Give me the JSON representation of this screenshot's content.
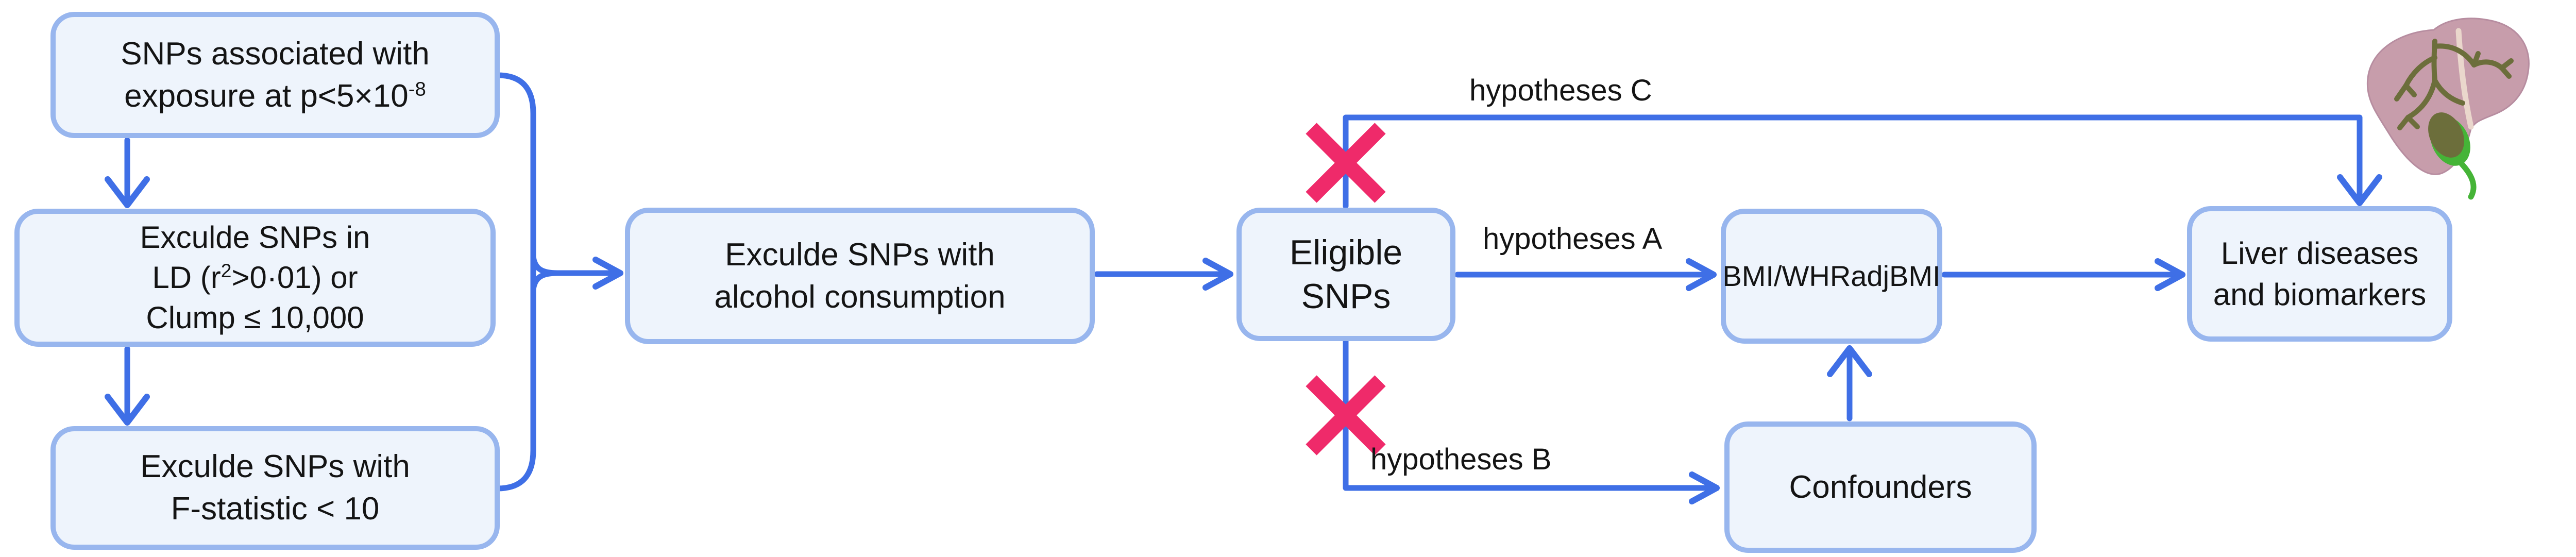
{
  "diagram": {
    "boxes": {
      "snp_exposure": {
        "line1": "SNPs associated with",
        "line2_pre": "exposure at p<5×10",
        "line2_sup": "-8"
      },
      "exclude_ld": {
        "line1": "Exculde SNPs in",
        "line2_pre": "LD (r",
        "line2_sup": "2",
        "line2_post": ">0·01) or",
        "line3": "Clump ≤ 10,000"
      },
      "exclude_f": {
        "line1": "Exculde SNPs with",
        "line2": "F-statistic < 10"
      },
      "exclude_alcohol": {
        "line1": "Exculde SNPs with",
        "line2": "alcohol  consumption"
      },
      "eligible": {
        "line1": "Eligible",
        "line2": "SNPs"
      },
      "bmi": {
        "label": "BMI/WHRadjBMI"
      },
      "confounders": {
        "label": "Confounders"
      },
      "liver_outcomes": {
        "line1": "Liver diseases",
        "line2": "and biomarkers"
      }
    },
    "labels": {
      "hypotheses_a": "hypotheses A",
      "hypotheses_b": "hypotheses B",
      "hypotheses_c": "hypotheses C"
    },
    "icons": {
      "liver": "liver-illustration"
    },
    "colors": {
      "box_fill": "#eef4fc",
      "box_border": "#98b6ee",
      "line": "#3f6fe6",
      "cross": "#ef2a6a",
      "text": "#141414",
      "liver_body": "#c79dab",
      "liver_vessel": "#6c6e3b",
      "gallbladder": "#45b437",
      "liver_ligament": "#ead7cc"
    }
  }
}
